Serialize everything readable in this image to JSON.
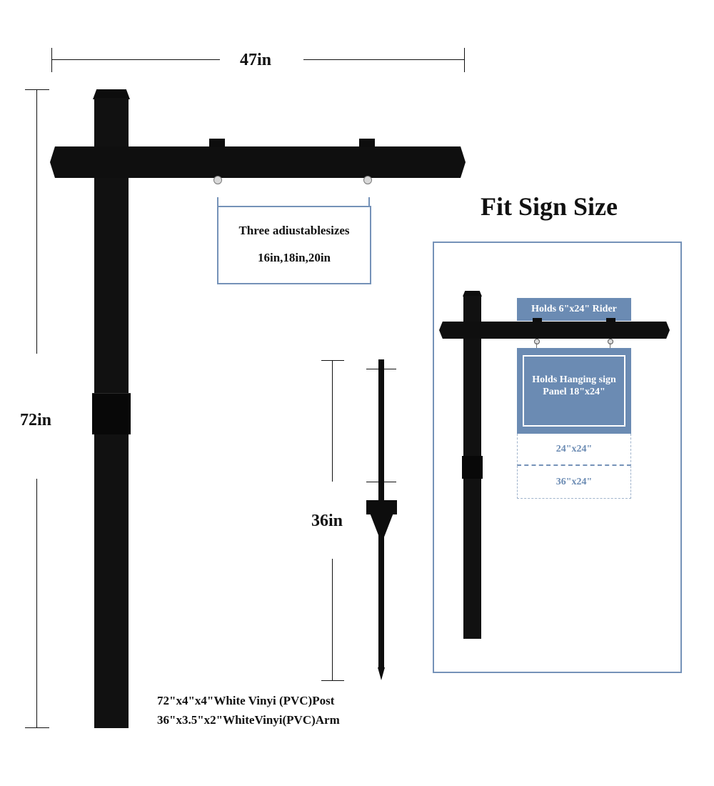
{
  "dimensions": {
    "width_label": "47in",
    "height_label": "72in",
    "stake_label": "36in"
  },
  "adjustable_box": {
    "line1": "Three adiustablesizes",
    "line2": "16in,18in,20in"
  },
  "fit_sign": {
    "title": "Fit Sign Size",
    "rider_label": "Holds 6\"x24\" Rider",
    "panel_label": "Holds Hanging sign Panel 18\"x24\"",
    "option_1": "24\"x24\"",
    "option_2": "36\"x24\""
  },
  "specs": {
    "post": "72\"x4\"x4\"White Vinyi (PVC)Post",
    "arm": "36\"x3.5\"x2\"WhiteVinyi(PVC)Arm"
  },
  "colors": {
    "post": "#0d0d0d",
    "accent_blue": "#6b8bb3",
    "border_blue": "#7592b8",
    "option_text": "#6b8bb3"
  }
}
